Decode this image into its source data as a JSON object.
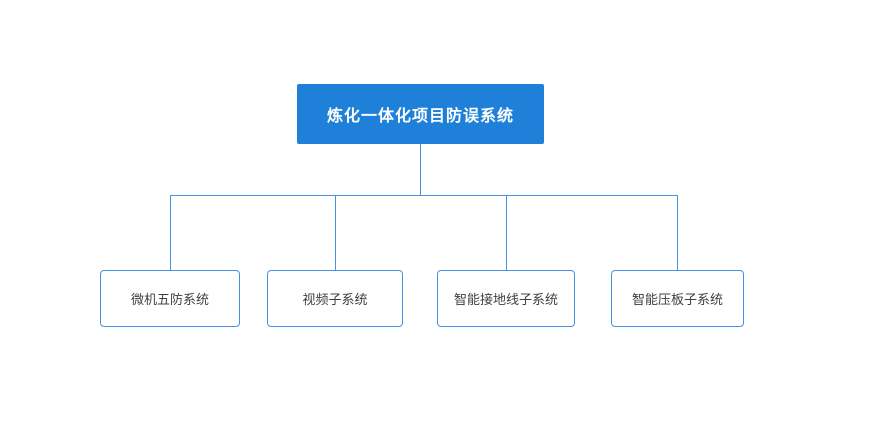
{
  "diagram": {
    "type": "org-tree",
    "root": {
      "label": "炼化一体化项目防误系统"
    },
    "children": [
      {
        "label": "微机五防系统"
      },
      {
        "label": "视频子系统"
      },
      {
        "label": "智能接地线子系统"
      },
      {
        "label": "智能压板子系统"
      }
    ],
    "colors": {
      "background": "#FFFFFF",
      "root_fill": "#1E80D8",
      "root_text": "#FFFFFF",
      "child_border": "#4A90E2",
      "child_text": "#404040",
      "line": "#4A90E2"
    }
  }
}
